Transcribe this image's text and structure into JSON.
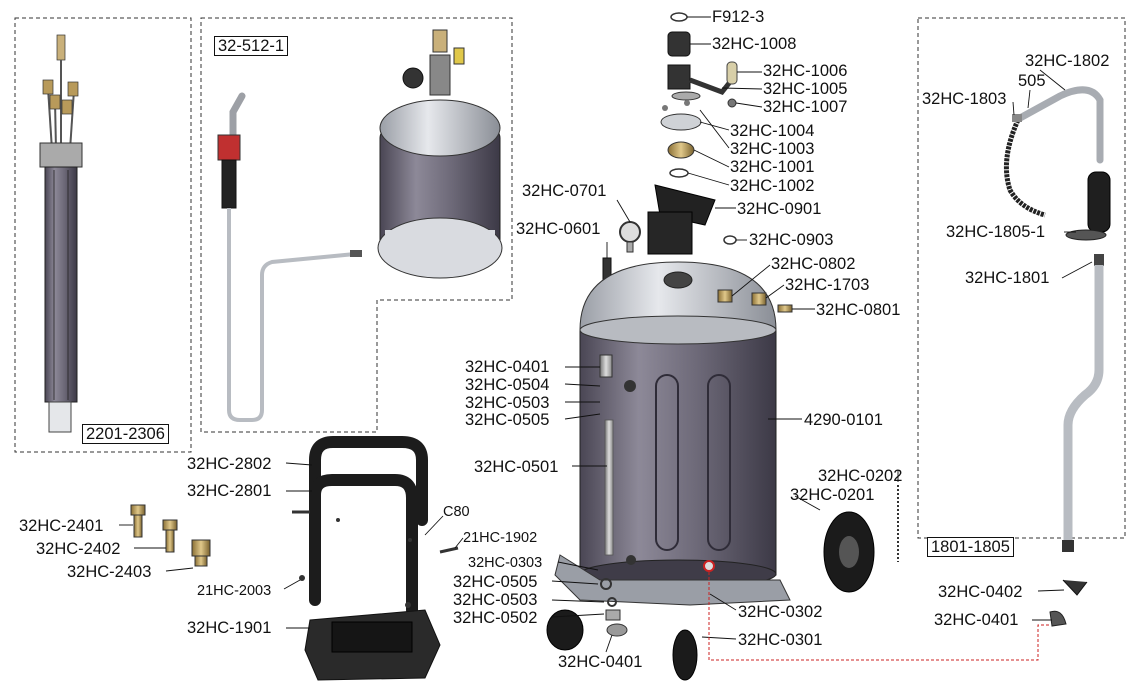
{
  "kits": {
    "probe_kit": "2201-2306",
    "siphon_kit": "32-512-1",
    "hose_kit": "1801-1805"
  },
  "parts": {
    "f912_3": "F912-3",
    "p1008": "32HC-1008",
    "p1006": "32HC-1006",
    "p1005": "32HC-1005",
    "p1007": "32HC-1007",
    "p1004": "32HC-1004",
    "p1003": "32HC-1003",
    "p1001": "32HC-1001",
    "p1002": "32HC-1002",
    "p0701": "32HC-0701",
    "p0901": "32HC-0901",
    "p0601": "32HC-0601",
    "p0903": "32HC-0903",
    "p0802": "32HC-0802",
    "p1703": "32HC-1703",
    "p0801": "32HC-0801",
    "p0401_top": "32HC-0401",
    "p0504_top": "32HC-0504",
    "p0503_top": "32HC-0503",
    "p0505_top": "32HC-0505",
    "p4290": "4290-0101",
    "p0501": "32HC-0501",
    "p0202": "32HC-0202",
    "p0201": "32HC-0201",
    "p0303": "32HC-0303",
    "p0505_bot": "32HC-0505",
    "p0503_bot": "32HC-0503",
    "p0502": "32HC-0502",
    "p0302": "32HC-0302",
    "p0301": "32HC-0301",
    "p0401_bot": "32HC-0401",
    "p1802": "32HC-1802",
    "p505": "505",
    "p1803": "32HC-1803",
    "p1805_1": "32HC-1805-1",
    "p1801": "32HC-1801",
    "p0402": "32HC-0402",
    "p0401_right": "32HC-0401",
    "p2802": "32HC-2802",
    "p2801": "32HC-2801",
    "c80": "C80",
    "p21hc1902": "21HC-1902",
    "p21hc2003": "21HC-2003",
    "p1901": "32HC-1901",
    "p2401": "32HC-2401",
    "p2402": "32HC-2402",
    "p2403": "32HC-2403"
  },
  "colors": {
    "tank_body": "#6e6a78",
    "tank_dome": "#c9ccd1",
    "handle": "#1c1c1c",
    "brass": "#b89a5a",
    "leader": "#111111",
    "drain_link": "#cc2222",
    "dashed_frame": "#333333"
  }
}
